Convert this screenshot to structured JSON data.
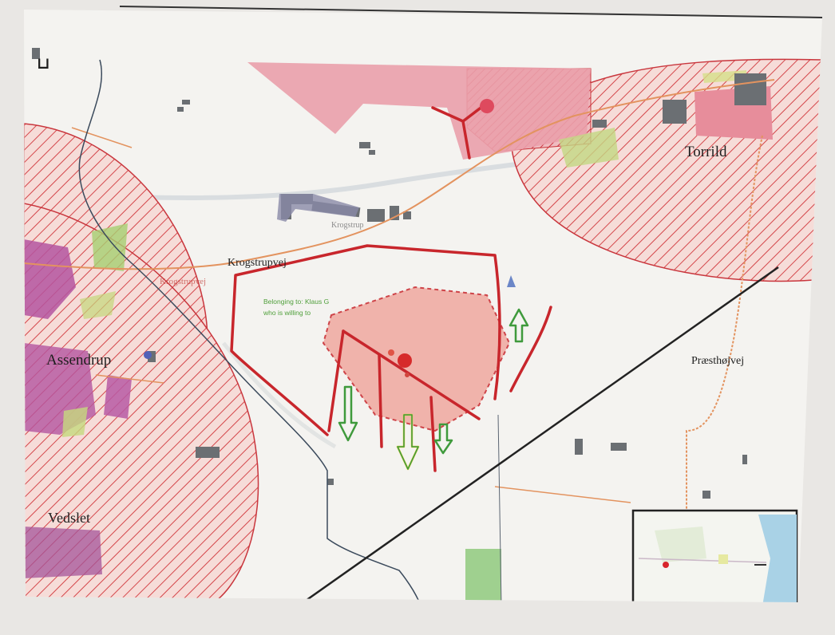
{
  "map": {
    "corner_glyph": "⊔",
    "places": {
      "torrild": "Torrild",
      "assendrup": "Assendrup",
      "vedslet": "Vedslet",
      "krogstrup": "Krogstrup"
    },
    "roads": {
      "krogstrupvej": "Krogstrupvej",
      "krogstrupvej_faded": "Krogstrupvej",
      "praesthoejvej": "Præsthøjvej"
    },
    "annotations": {
      "belonging_line1": "Belonging to: Klaus G",
      "belonging_line2": "who is willing to"
    },
    "legend_colors": {
      "protected_zone": "#c9363d",
      "site_fill": "#f0a9a0",
      "site_boundary": "#c8262c",
      "arrow": "#3f9a3c",
      "road_major": "#222222",
      "road_minor": "#e3935f"
    },
    "icons": [
      "inset-marker-icon",
      "site-center-icon",
      "direction-arrow-icon"
    ]
  }
}
